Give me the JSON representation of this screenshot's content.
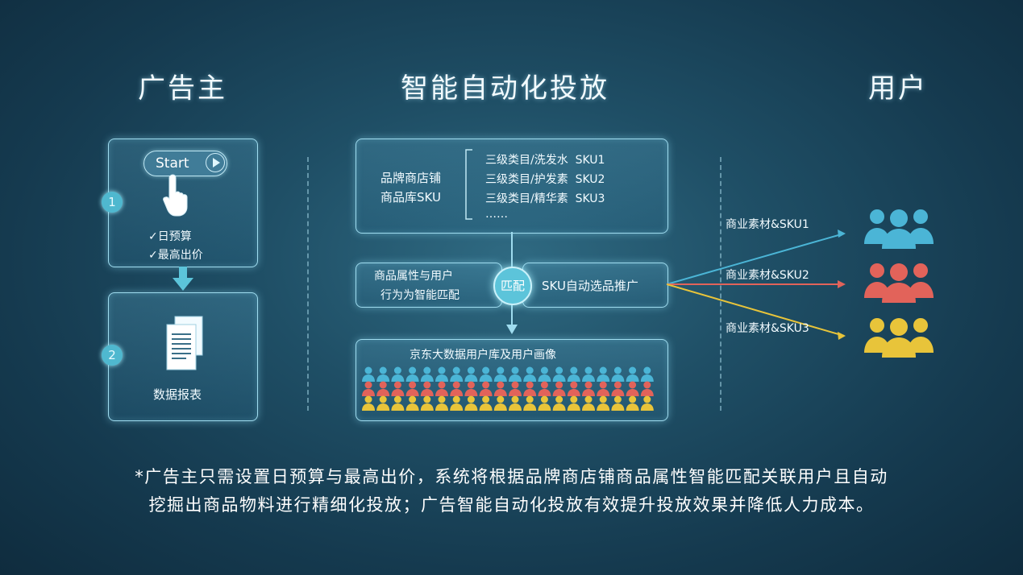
{
  "columns": {
    "advertiser": "广告主",
    "automation": "智能自动化投放",
    "user": "用户"
  },
  "advertiser": {
    "step1": "1",
    "start_label": "Start",
    "options": [
      "日预算",
      "最高出价"
    ],
    "step2": "2",
    "report_label": "数据报表"
  },
  "automation": {
    "sku_source": [
      "品牌商店铺",
      "商品库SKU"
    ],
    "sku_list": [
      "三级类目/洗发水  SKU1",
      "三级类目/护发素  SKU2",
      "三级类目/精华素  SKU3",
      "……"
    ],
    "attr_match": [
      "商品属性与用户",
      "行为为智能匹配"
    ],
    "match_label": "匹配",
    "auto_select": "SKU自动选品推广",
    "bigdata_title": "京东大数据用户库及用户画像"
  },
  "outputs": [
    "商业素材&SKU1",
    "商业素材&SKU2",
    "商业素材&SKU3"
  ],
  "colors": {
    "blue": "#4bb5d6",
    "red": "#e2635a",
    "yellow": "#e8c43a",
    "accent": "#9fdcef"
  },
  "icons": {
    "play": "play-icon",
    "hand": "hand-pointer-icon",
    "doc": "document-icon",
    "check": "check-icon",
    "arrow": "arrow-down-icon",
    "users": "user-group-icon"
  },
  "footer": [
    "*广告主只需设置日预算与最高出价，系统将根据品牌商店铺商品属性智能匹配关联用户且自动",
    "挖掘出商品物料进行精细化投放；广告智能自动化投放有效提升投放效果并降低人力成本。"
  ]
}
